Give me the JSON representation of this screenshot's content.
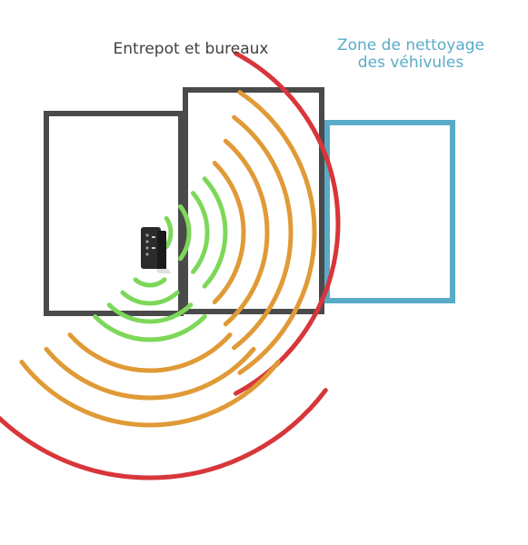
{
  "labels": {
    "warehouse": "Entrepot et bureaux",
    "cleaning_line1": "Zone de nettoyage",
    "cleaning_line2": "des véhivules"
  },
  "colors": {
    "background": "#ffffff",
    "building_outline": "#4a4a4a",
    "cleaning_zone_outline": "#5aabc8",
    "warehouse_label": "#404040",
    "cleaning_label": "#5aabc8",
    "signal_strong": "#7dd85a",
    "signal_medium": "#e09a36",
    "signal_weak": "#d8363a",
    "router_body": "#2b2b2b"
  },
  "icons": {
    "router": "wifi-router-icon"
  },
  "signal": {
    "strong_rings_right": 4,
    "strong_rings_down": 4,
    "medium_rings_right": 4,
    "medium_rings_down": 3,
    "weak_rings_right": 1,
    "weak_rings_down": 1
  }
}
